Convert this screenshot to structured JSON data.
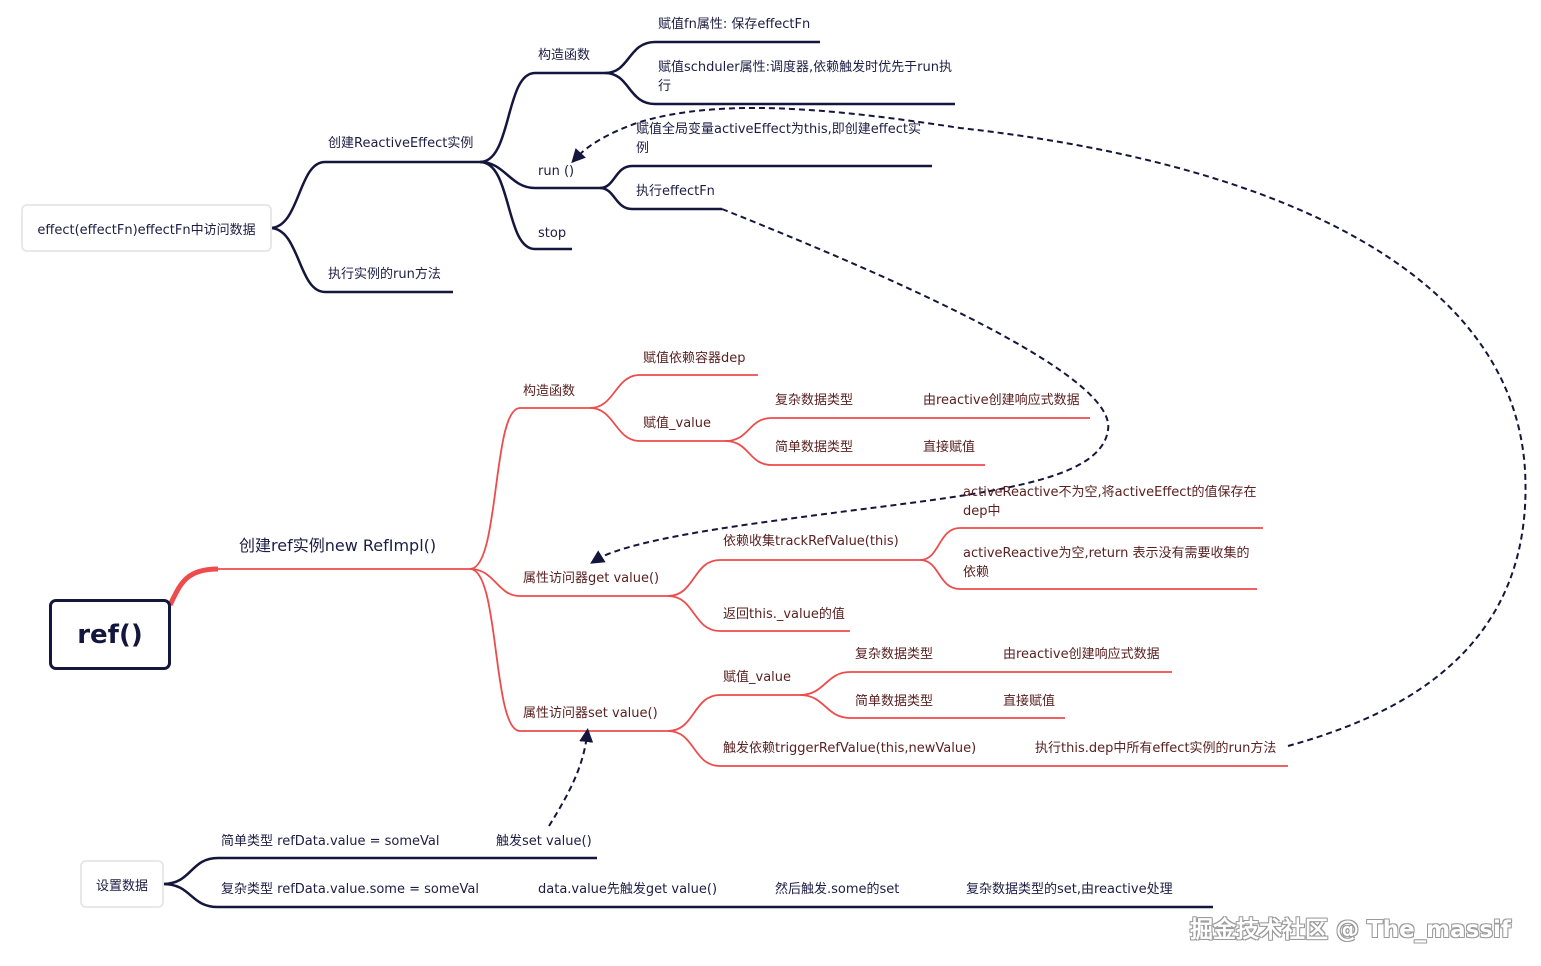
{
  "effect": {
    "root": "effect(effectFn)effectFn中访问数据",
    "create_instance": "创建ReactiveEffect实例",
    "constructor": "构造函数",
    "assign_fn": "赋值fn属性: 保存effectFn",
    "assign_scheduler": "赋值schduler属性:调度器,依赖触发时优先于run执行",
    "run": "run ()",
    "assign_active": "赋值全局变量activeEffect为this,即创建effect实例",
    "exec_effectfn": "执行effectFn",
    "stop": "stop",
    "exec_run": "执行实例的run方法"
  },
  "ref": {
    "root": "ref()",
    "create_ref": "创建ref实例new RefImpl()",
    "constructor": "构造函数",
    "assign_dep": "赋值依赖容器dep",
    "assign_value": "赋值_value",
    "complex_type": "复杂数据类型",
    "by_reactive": "由reactive创建响应式数据",
    "simple_type": "简单数据类型",
    "direct_assign": "直接赋值",
    "getter": "属性访问器get value()",
    "track": "依赖收集trackRefValue(this)",
    "active_not_empty": "activeReactive不为空,将activeEffect的值保存在dep中",
    "active_empty": "activeReactive为空,return 表示没有需要收集的依赖",
    "return_value": "返回this._value的值",
    "setter": "属性访问器set value()",
    "set_assign_value": "赋值_value",
    "set_complex_type": "复杂数据类型",
    "set_by_reactive": "由reactive创建响应式数据",
    "set_simple_type": "简单数据类型",
    "set_direct_assign": "直接赋值",
    "trigger": "触发依赖triggerRefValue(this,newValue)",
    "exec_dep_run": "执行this.dep中所有effect实例的run方法"
  },
  "setdata": {
    "root": "设置数据",
    "simple": "简单类型 refData.value = someVal",
    "trigger_set": "触发set value()",
    "complex": "复杂类型 refData.value.some  = someVal",
    "first_get": "data.value先触发get value()",
    "then_set": "然后触发.some的set",
    "complex_set": "复杂数据类型的set,由reactive处理"
  },
  "watermark": "掘金技术社区 @ The_massif",
  "colors": {
    "dark_branch": "#15163d",
    "red_branch": "#ee4c4c",
    "root_border": "#15163d"
  }
}
